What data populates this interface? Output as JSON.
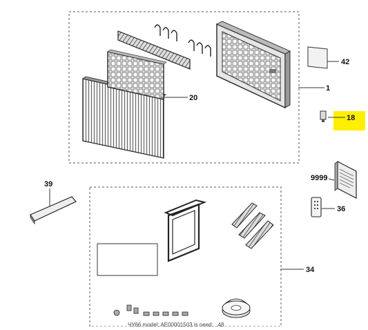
{
  "diagram": {
    "highlight_color": "#ffef00",
    "line_color": "#333333",
    "dash_color": "#555555",
    "labels": {
      "p1": "1",
      "p18": "18",
      "p20": "20",
      "p34": "34",
      "p36": "36",
      "p39": "39",
      "p42": "42",
      "p9999": "9999"
    },
    "highlighted_part": "18",
    "partial_caption": "ЧУ66 model: AE00001503 is need: ..48"
  }
}
